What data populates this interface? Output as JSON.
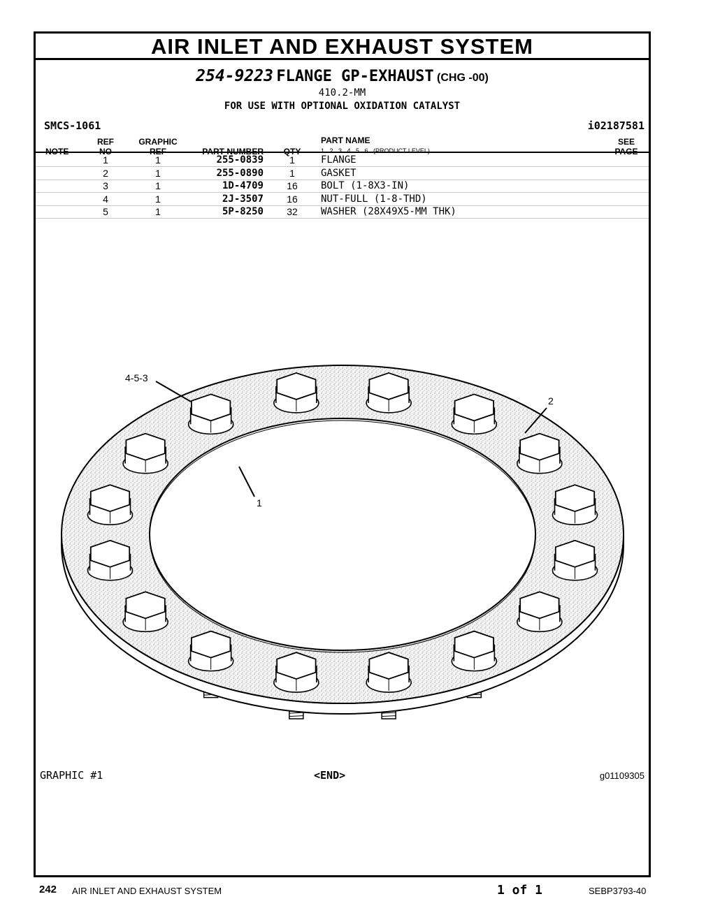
{
  "header": {
    "section_title": "AIR INLET AND EXHAUST SYSTEM",
    "group_number": "254-9223",
    "group_name": "FLANGE GP-EXHAUST",
    "group_change": "(CHG -00)",
    "dimension": "410.2-MM",
    "usage": "FOR USE WITH OPTIONAL OXIDATION CATALYST",
    "smcs": "SMCS-1061",
    "info_ref": "i02187581"
  },
  "table": {
    "col_note": "NOTE",
    "col_ref_1": "REF",
    "col_ref_2": "NO",
    "col_graphic_1": "GRAPHIC",
    "col_graphic_2": "REF",
    "col_part_number": "PART NUMBER",
    "col_qty": "QTY",
    "col_part_name": "PART NAME",
    "col_levels": "1   2   3   4   5   6   (PRODUCT LEVEL)",
    "col_see_1": "SEE",
    "col_see_2": "PAGE",
    "rows": [
      {
        "ref": "1",
        "graphic": "1",
        "part_number": "255-0839",
        "qty": "1",
        "name": "FLANGE"
      },
      {
        "ref": "2",
        "graphic": "1",
        "part_number": "255-0890",
        "qty": "1",
        "name": "GASKET"
      },
      {
        "ref": "3",
        "graphic": "1",
        "part_number": "1D-4709",
        "qty": "16",
        "name": "BOLT (1-8X3-IN)"
      },
      {
        "ref": "4",
        "graphic": "1",
        "part_number": "2J-3507",
        "qty": "16",
        "name": "NUT-FULL (1-8-THD)"
      },
      {
        "ref": "5",
        "graphic": "1",
        "part_number": "5P-8250",
        "qty": "32",
        "name": "WASHER (28X49X5-MM THK)"
      }
    ]
  },
  "graphic": {
    "callout_bolt": "4-5-3",
    "callout_gasket": "2",
    "callout_flange": "1",
    "label": "GRAPHIC #1",
    "end_marker": "<END>",
    "graphic_id": "g01109305"
  },
  "footer": {
    "page_number": "242",
    "section": "AIR INLET AND EXHAUST SYSTEM",
    "page_of": "1 of 1",
    "doc_number": "SEBP3793-40"
  }
}
